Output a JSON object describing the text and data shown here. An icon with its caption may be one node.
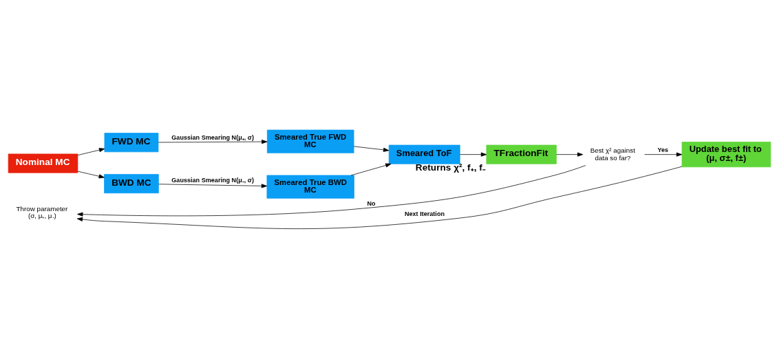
{
  "diagram": {
    "nodes": [
      {
        "text": [
          "Nominal MC"
        ]
      },
      {
        "text": [
          "FWD MC"
        ]
      },
      {
        "text": [
          "BWD MC"
        ]
      },
      {
        "text": [
          "Smeared True FWD MC"
        ]
      },
      {
        "text": [
          "Smeared True BWD MC"
        ]
      },
      {
        "text": [
          "Smeared ToF"
        ]
      },
      {
        "text": [
          "TFractionFit"
        ],
        "beside": [
          "Returns χ², f₊, f₋"
        ]
      },
      {
        "text": [
          "Throw parameter (σ, μ₊, μ₋)"
        ]
      },
      {
        "text": [
          "Best χ² against data so far?"
        ]
      },
      {
        "text": [
          "Update best fit to (μ, σ±, f±)"
        ]
      }
    ],
    "edges": [
      {
        "from": 0,
        "to": 1,
        "arrow": "to"
      },
      {
        "from": 0,
        "to": 2,
        "arrow": "to"
      },
      {
        "from": 1,
        "to": 3,
        "arrow": "to",
        "label": "Gaussian Smearing N(μ₊, σ)"
      },
      {
        "from": 2,
        "to": 4,
        "arrow": "to",
        "label": "Gaussian Smearing N(μ₋, σ)"
      },
      {
        "from": 3,
        "to": 5,
        "arrow": "to"
      },
      {
        "from": 4,
        "to": 5,
        "arrow": "to"
      },
      {
        "from": 5,
        "to": 6,
        "arrow": "to"
      },
      {
        "from": 6,
        "to": 8,
        "arrow": "to"
      },
      {
        "from": 8,
        "to": 9,
        "arrow": "to",
        "label": "Yes"
      },
      {
        "from": 8,
        "to": 7,
        "arrow": "to",
        "label": "No"
      },
      {
        "from": 9,
        "to": 7,
        "arrow": "to",
        "label": "Next Iteration"
      }
    ]
  }
}
